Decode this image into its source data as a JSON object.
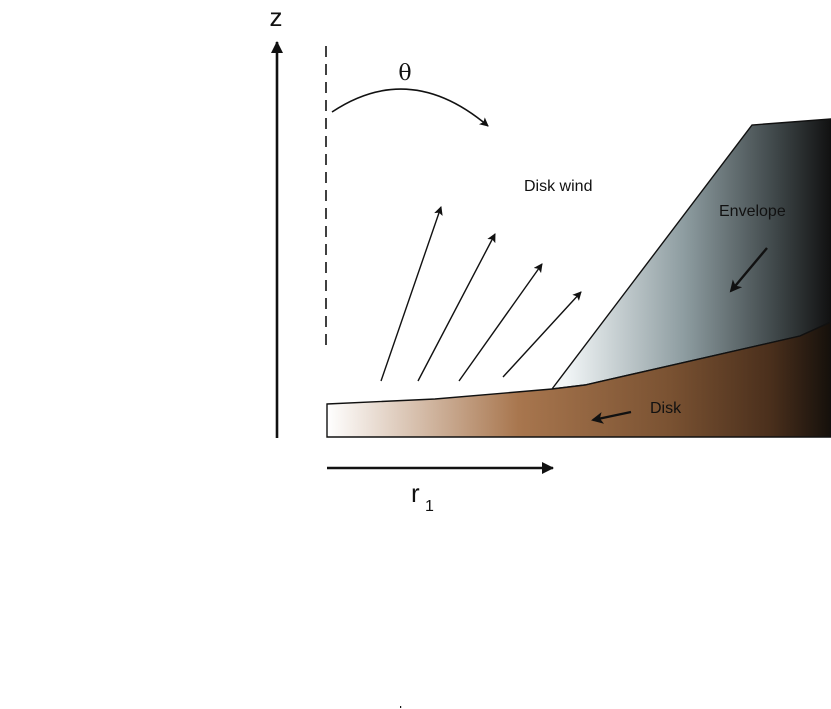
{
  "labels": {
    "z_axis": "z",
    "theta": "θ",
    "r_symbol": "r",
    "r_subscript": "1",
    "disk_wind": "Disk wind",
    "envelope": "Envelope",
    "disk": "Disk"
  },
  "colors": {
    "ink": "#111111",
    "disk_light": "#ffffff",
    "disk_mid": "#a8764e",
    "disk_dark": "#5a3a22",
    "envelope_light": "#f2f6f7",
    "envelope_mid": "#7d8d91",
    "envelope_dark": "#111111"
  },
  "icons": {
    "z_arrow": "arrow-up-icon",
    "r_arrow": "arrow-right-icon",
    "theta_arrow": "curved-arrow-icon",
    "inflow_arrows": "arrow-down-left-icon"
  },
  "wind_arrow_count": 4
}
